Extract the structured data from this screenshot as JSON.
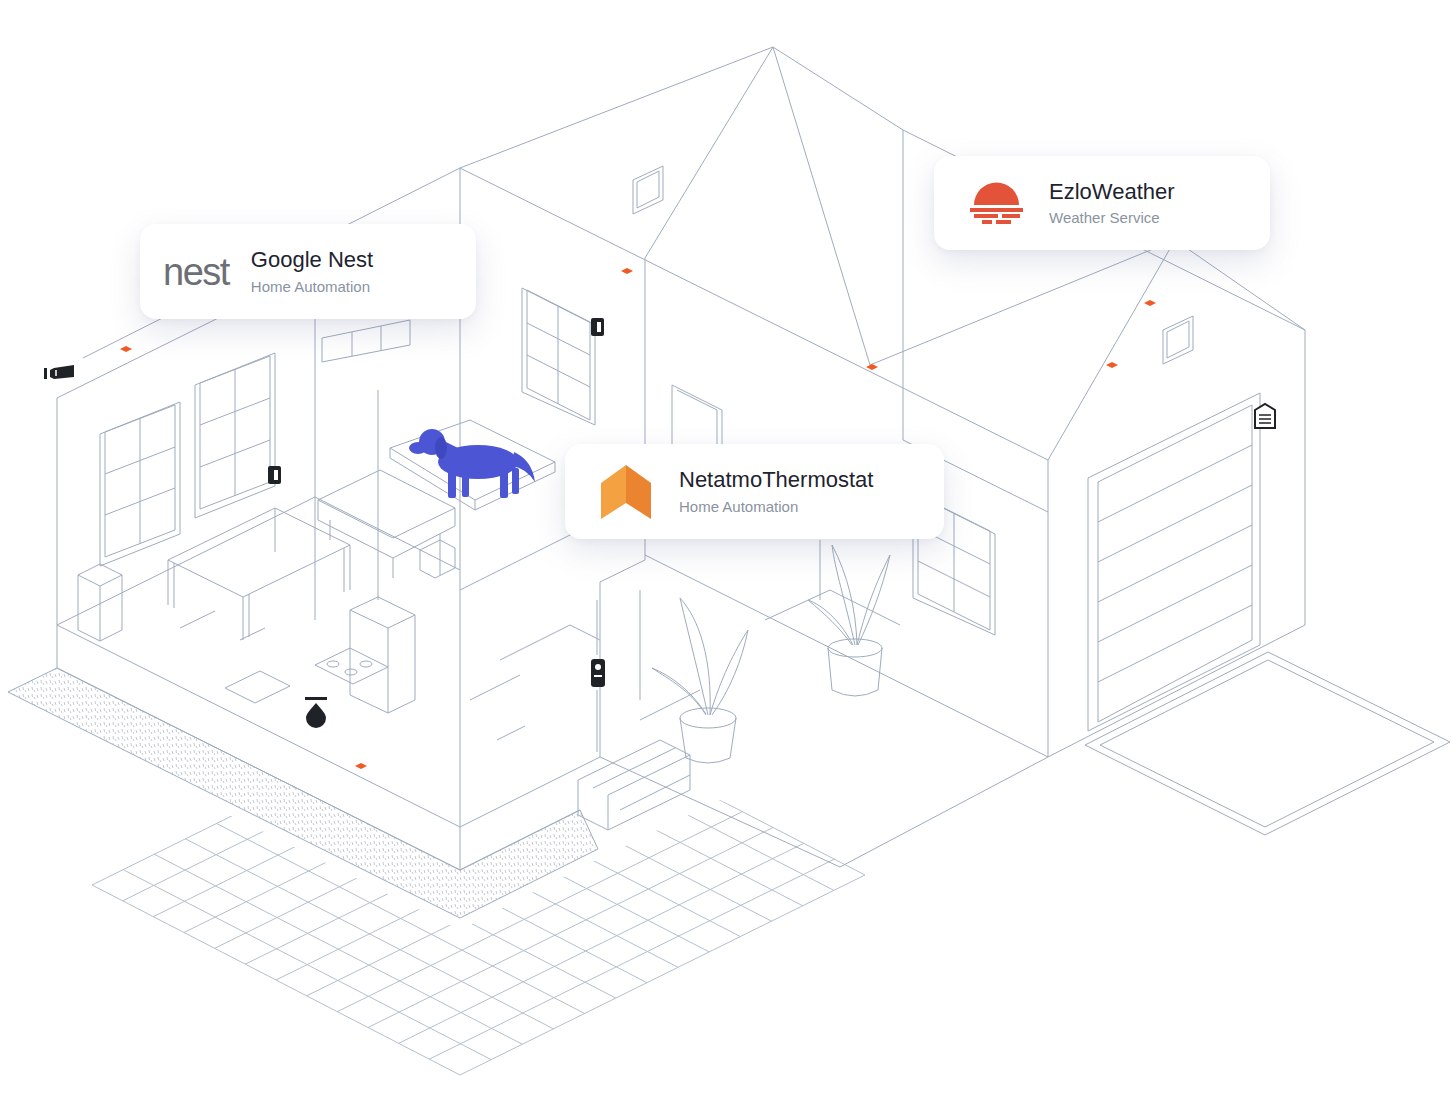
{
  "diagram": {
    "nodes": [
      {
        "text": [
          "nest",
          "Google Nest",
          "Home Automation"
        ]
      },
      {
        "text": [
          "EzloWeather",
          "Weather Service"
        ]
      },
      {
        "text": [
          "NetatmoThermostat",
          "Home Automation"
        ]
      }
    ]
  }
}
